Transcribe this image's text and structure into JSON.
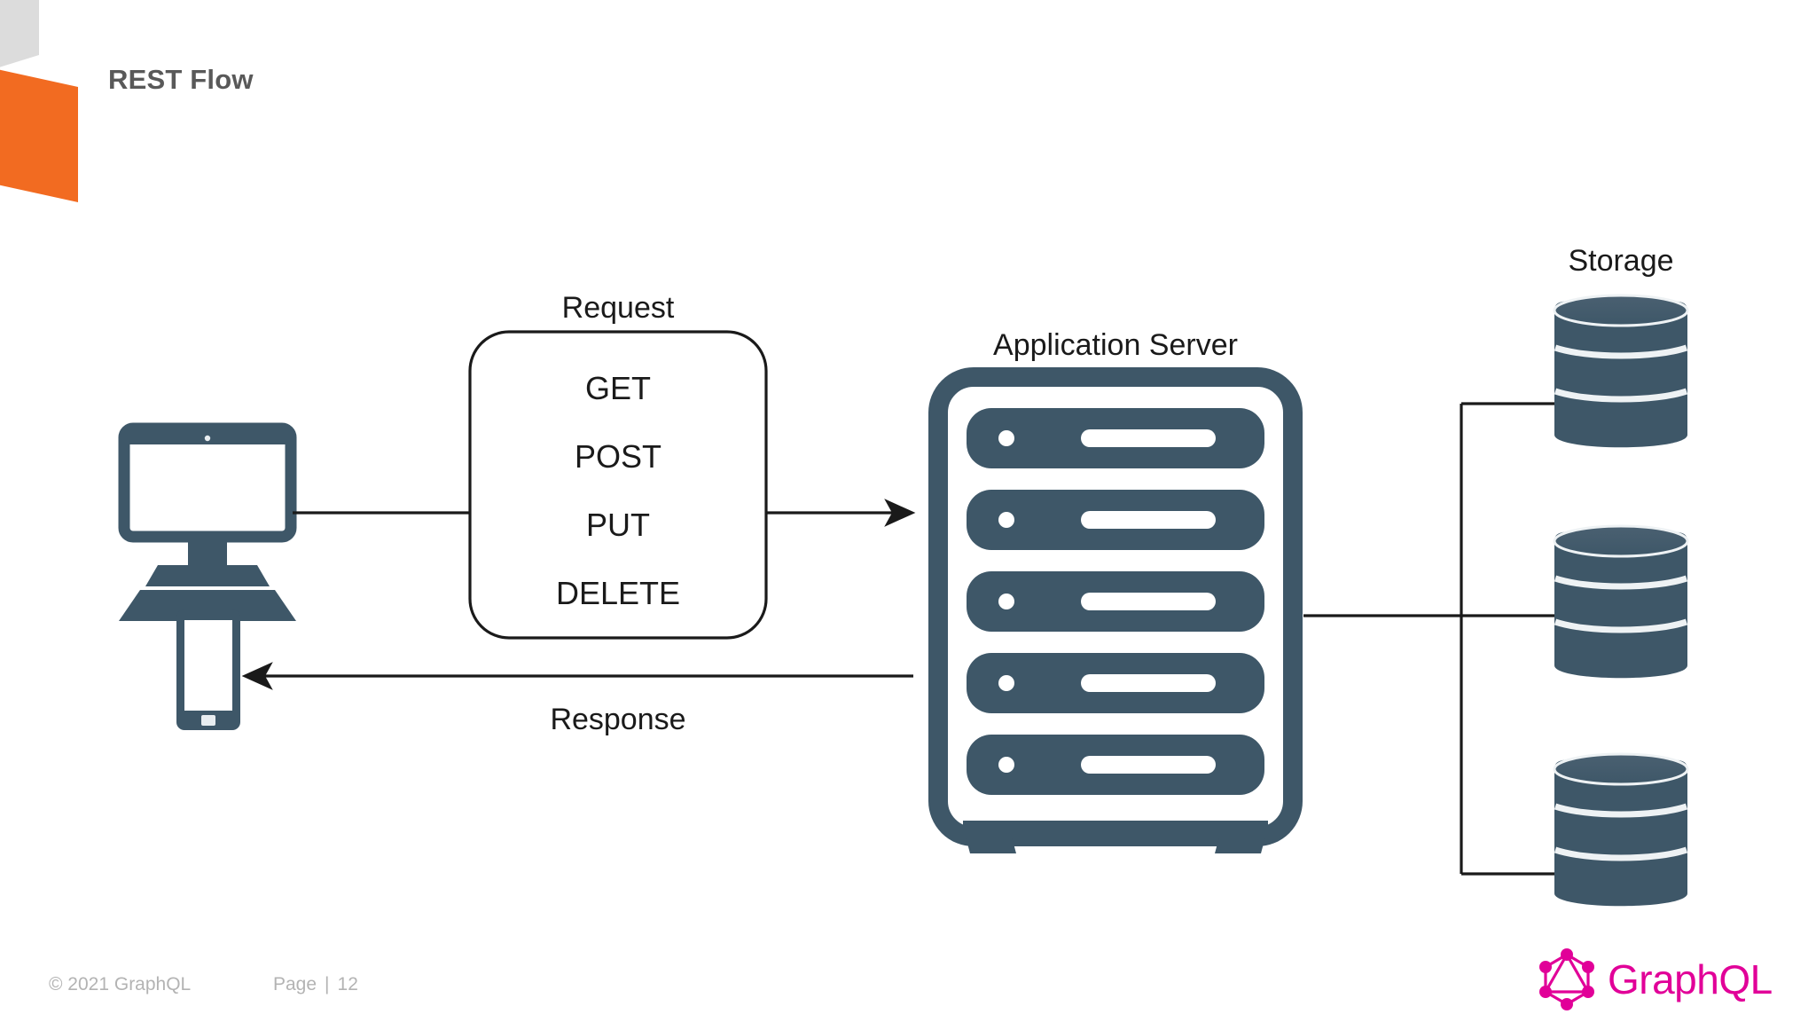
{
  "slide": {
    "title": "REST Flow",
    "background_color": "#ffffff",
    "title_color": "#595959"
  },
  "decoration": {
    "gray_shape": "parallelogram-gray",
    "orange_shape": "parallelogram-orange",
    "gray_color": "#dcdcdc",
    "orange_color": "#f26b21"
  },
  "diagram": {
    "type": "flow-diagram",
    "accent_color": "#3e5768",
    "line_color": "#1a1a1a",
    "client": {
      "desktop_label": "desktop-computer",
      "mobile_label": "mobile-phone"
    },
    "request": {
      "label": "Request",
      "methods": [
        "GET",
        "POST",
        "PUT",
        "DELETE"
      ]
    },
    "response": {
      "label": "Response"
    },
    "server": {
      "label": "Application Server",
      "rack_slots": 5
    },
    "storage": {
      "label": "Storage",
      "databases": [
        "database-1",
        "database-2",
        "database-3"
      ],
      "segments_per_database": 3
    },
    "arrows": [
      {
        "name": "client-to-request",
        "direction": "right"
      },
      {
        "name": "request-to-server",
        "direction": "right"
      },
      {
        "name": "server-to-client-response",
        "direction": "left"
      },
      {
        "name": "server-to-storage-1",
        "direction": "right"
      },
      {
        "name": "server-to-storage-2",
        "direction": "right"
      },
      {
        "name": "server-to-storage-3",
        "direction": "right"
      }
    ]
  },
  "footer": {
    "copyright": "© 2021 GraphQL",
    "page_label": "Page",
    "page_divider": "|",
    "page_number": "12",
    "text_color": "#b3b3b3"
  },
  "brand": {
    "name": "GraphQL",
    "color": "#e10098",
    "logo_icon": "graphql-hexagon-icon"
  }
}
